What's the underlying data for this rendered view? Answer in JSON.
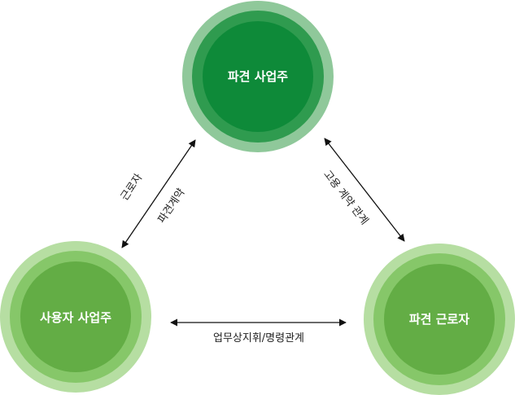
{
  "nodes": {
    "dispatch_employer": {
      "label": "파견 사업주",
      "ring1": "#8fc89a",
      "ring2": "#2f9b4f",
      "core": "#0e8a39"
    },
    "user_employer": {
      "label": "사용자 사업주",
      "ring1": "#b6dea2",
      "ring2": "#86c769",
      "core": "#63ad45"
    },
    "dispatch_worker": {
      "label": "파견 근로자",
      "ring1": "#b6dea2",
      "ring2": "#86c769",
      "core": "#63ad45"
    }
  },
  "edges": {
    "left_line1": "근로자",
    "left_line2": "파견계약",
    "right": "고용 계약 관계",
    "bottom": "업무상지휘/명령관계"
  }
}
